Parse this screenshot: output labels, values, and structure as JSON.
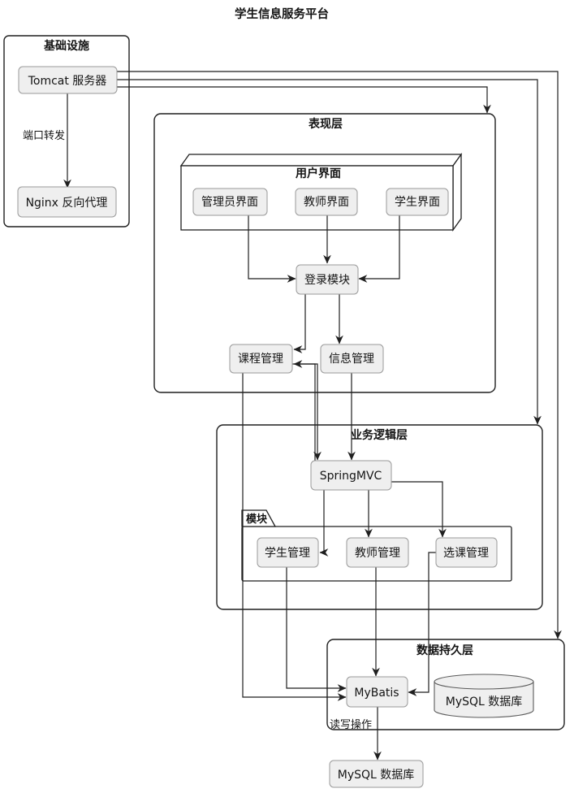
{
  "diagram": {
    "title": "学生信息服务平台",
    "containers": {
      "infrastructure": "基础设施",
      "presentation": "表现层",
      "ui_node": "用户界面",
      "business": "业务逻辑层",
      "modules": "模块",
      "persistence": "数据持久层"
    },
    "nodes": {
      "tomcat": "Tomcat 服务器",
      "nginx": "Nginx 反向代理",
      "admin_ui": "管理员界面",
      "teacher_ui": "教师界面",
      "student_ui": "学生界面",
      "login": "登录模块",
      "course": "课程管理",
      "info": "信息管理",
      "springmvc": "SpringMVC",
      "student_mgmt": "学生管理",
      "teacher_mgmt": "教师管理",
      "enroll_mgmt": "选课管理",
      "mybatis": "MyBatis",
      "mysql_cylinder": "MySQL 数据库",
      "mysql_box": "MySQL 数据库"
    },
    "edge_labels": {
      "port_forward": "端口转发",
      "read_write": "读写操作"
    },
    "colors": {
      "node_fill": "#efefef",
      "node_border": "#9a9a9a",
      "container_border": "#1f1f1f",
      "line": "#1f1f1f",
      "text": "#141414",
      "background": "#ffffff"
    }
  }
}
